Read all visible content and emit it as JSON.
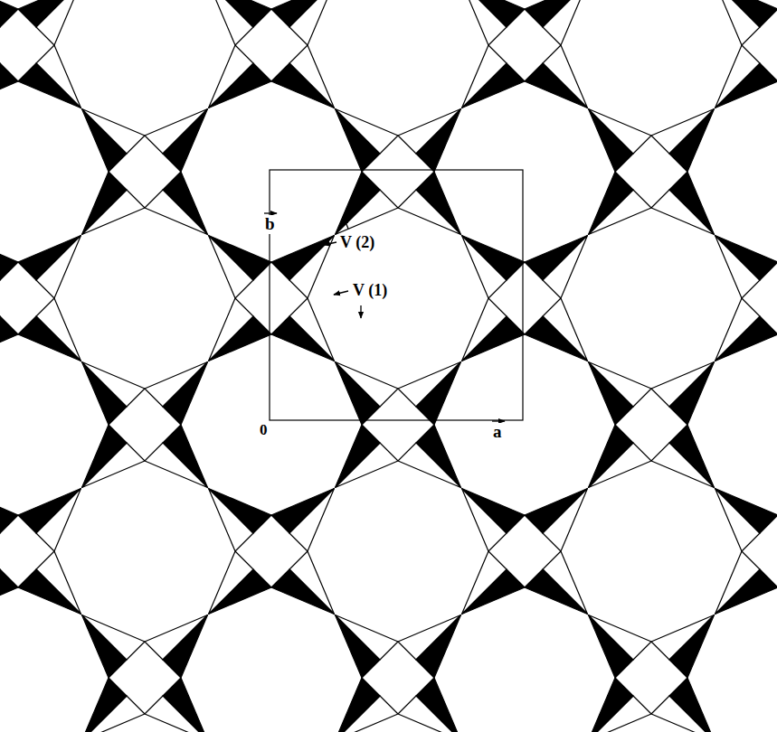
{
  "diagram": {
    "labels": [
      "b",
      "a",
      "0",
      "V (2)",
      "V (1)"
    ]
  }
}
